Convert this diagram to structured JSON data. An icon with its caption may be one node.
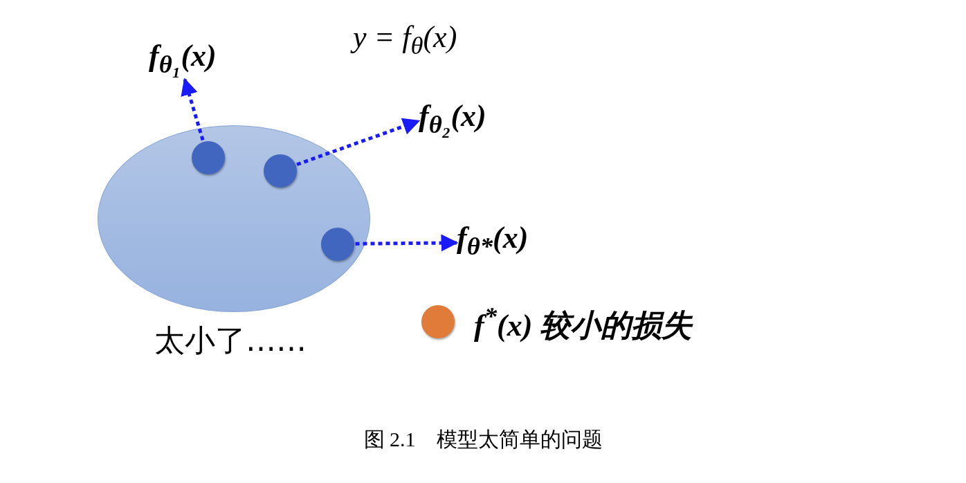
{
  "diagram": {
    "title": "y = f$_{θ}$(x)",
    "caption": "图 2.1　模型太简单的问题",
    "nodes": [
      {
        "text": [],
        "shape": "ellipse",
        "beside": [
          "太小了……"
        ]
      },
      {
        "text": [],
        "shape": "circle",
        "in": 0
      },
      {
        "text": [],
        "shape": "circle",
        "in": 0
      },
      {
        "text": [],
        "shape": "circle",
        "in": 0
      },
      {
        "text": [
          "f$_{θ₁}$(x)"
        ]
      },
      {
        "text": [
          "f$_{θ₂}$(x)"
        ]
      },
      {
        "text": [
          "f$_{θ*}$(x)"
        ]
      }
    ],
    "edges": [
      {
        "from": 1,
        "to": 4,
        "arrow": "to",
        "style": "dashed"
      },
      {
        "from": 2,
        "to": 5,
        "arrow": "to",
        "style": "dashed"
      },
      {
        "from": 3,
        "to": 6,
        "arrow": "to",
        "style": "dashed"
      }
    ],
    "legend": [
      {
        "text": "f$^{*}$(x) 较小的损失",
        "color": "#e07b39"
      }
    ]
  }
}
